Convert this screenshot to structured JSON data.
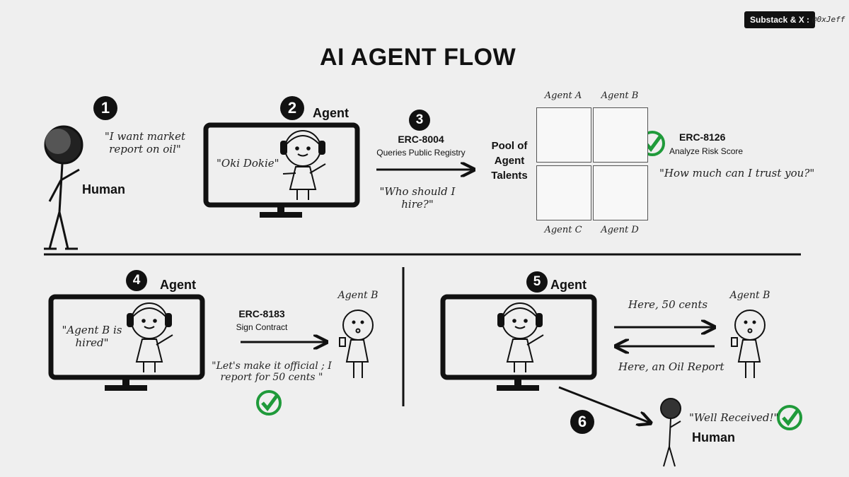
{
  "header": {
    "badge": "Substack & X :",
    "handle": "@0xJeff"
  },
  "title": "AI AGENT FLOW",
  "top": {
    "step1": {
      "number": "1",
      "quote": "\"I want market report on oil\"",
      "label": "Human"
    },
    "step2": {
      "number": "2",
      "label": "Agent",
      "quote": "\"Oki Dokie\""
    },
    "step3": {
      "number": "3",
      "standard": "ERC-8004",
      "action": "Queries Public Registry",
      "question": "\"Who should I hire?\""
    },
    "pool": {
      "label": "Pool of Agent Talents",
      "agents": [
        "Agent A",
        "Agent B",
        "Agent C",
        "Agent D"
      ]
    },
    "risk": {
      "standard": "ERC-8126",
      "action": "Analyze Risk Score",
      "quote": "\"How much can I trust you?\""
    }
  },
  "bottom_left": {
    "number": "4",
    "label": "Agent",
    "quote": "\"Agent B is hired\"",
    "standard": "ERC-8183",
    "action": "Sign Contract",
    "agent_label": "Agent B",
    "contract_quote": "\"Let's make it official ; I report for 50 cents \""
  },
  "bottom_right": {
    "number": "5",
    "label": "Agent",
    "agent_label": "Agent B",
    "payment": "Here, 50 cents",
    "delivery": "Here, an Oil Report",
    "step6": {
      "number": "6",
      "quote": "\"Well Received!\"",
      "label": "Human"
    }
  },
  "colors": {
    "background": "#efefef",
    "ink": "#111111",
    "check": "#1f9a3a"
  },
  "icons": [
    "stick-human-icon",
    "monitor-icon",
    "agent-girl-icon",
    "arrow-icon",
    "check-circle-icon"
  ]
}
